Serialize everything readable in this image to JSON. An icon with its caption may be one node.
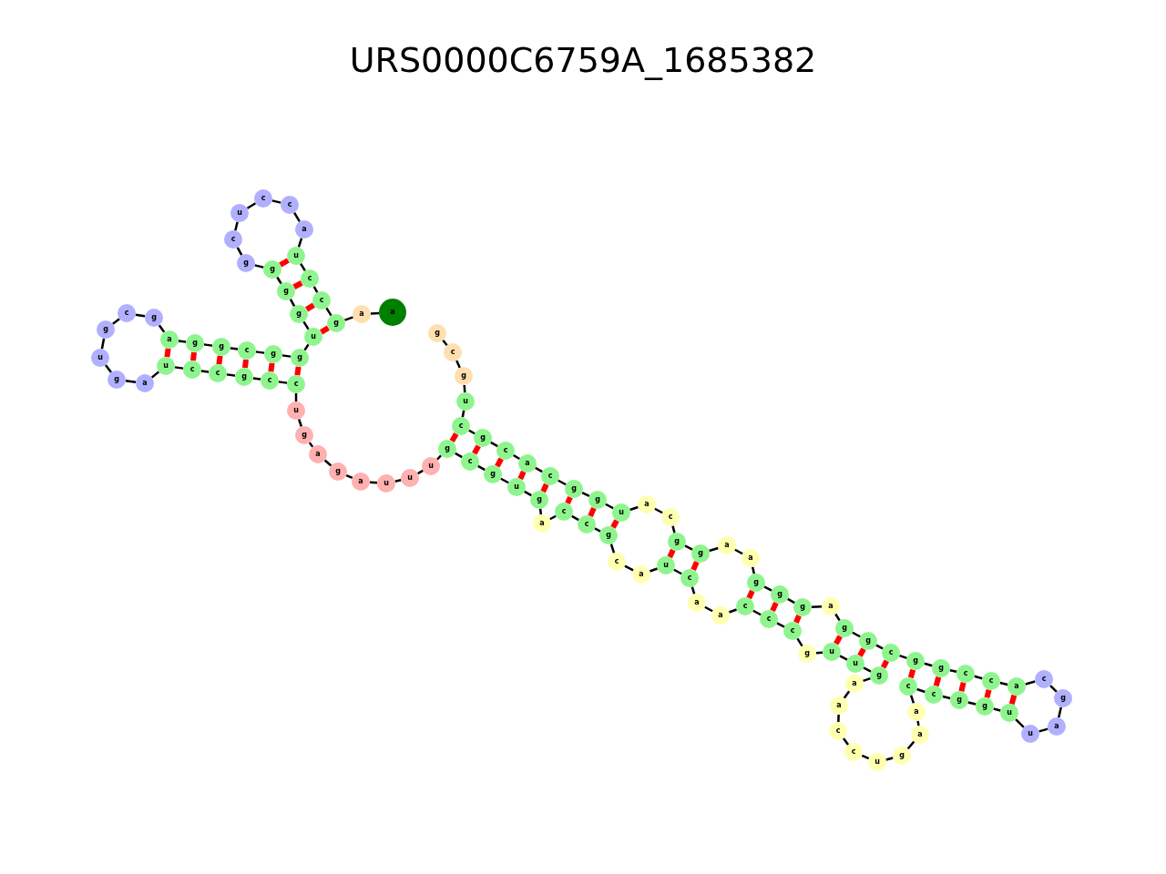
{
  "diagram": {
    "title": "URS0000C6759A_1685382",
    "nodes": [
      {
        "text": [
          "a"
        ]
      },
      {
        "text": [
          "a"
        ]
      },
      {
        "text": [
          "g"
        ]
      },
      {
        "text": [
          "c"
        ]
      },
      {
        "text": [
          "c"
        ]
      },
      {
        "text": [
          "u"
        ]
      },
      {
        "text": [
          "a"
        ]
      },
      {
        "text": [
          "c"
        ]
      },
      {
        "text": [
          "c"
        ]
      },
      {
        "text": [
          "u"
        ]
      },
      {
        "text": [
          "c"
        ]
      },
      {
        "text": [
          "g"
        ]
      },
      {
        "text": [
          "g"
        ]
      },
      {
        "text": [
          "g"
        ]
      },
      {
        "text": [
          "g"
        ]
      },
      {
        "text": [
          "u"
        ]
      },
      {
        "text": [
          "g"
        ]
      },
      {
        "text": [
          "g"
        ]
      },
      {
        "text": [
          "c"
        ]
      },
      {
        "text": [
          "g"
        ]
      },
      {
        "text": [
          "g"
        ]
      },
      {
        "text": [
          "a"
        ]
      },
      {
        "text": [
          "g"
        ]
      },
      {
        "text": [
          "c"
        ]
      },
      {
        "text": [
          "g"
        ]
      },
      {
        "text": [
          "u"
        ]
      },
      {
        "text": [
          "g"
        ]
      },
      {
        "text": [
          "a"
        ]
      },
      {
        "text": [
          "u"
        ]
      },
      {
        "text": [
          "c"
        ]
      },
      {
        "text": [
          "c"
        ]
      },
      {
        "text": [
          "g"
        ]
      },
      {
        "text": [
          "c"
        ]
      },
      {
        "text": [
          "c"
        ]
      },
      {
        "text": [
          "u"
        ]
      },
      {
        "text": [
          "g"
        ]
      },
      {
        "text": [
          "a"
        ]
      },
      {
        "text": [
          "g"
        ]
      },
      {
        "text": [
          "a"
        ]
      },
      {
        "text": [
          "u"
        ]
      },
      {
        "text": [
          "u"
        ]
      },
      {
        "text": [
          "u"
        ]
      },
      {
        "text": [
          "g"
        ]
      },
      {
        "text": [
          "c"
        ]
      },
      {
        "text": [
          "g"
        ]
      },
      {
        "text": [
          "u"
        ]
      },
      {
        "text": [
          "g"
        ]
      },
      {
        "text": [
          "a"
        ]
      },
      {
        "text": [
          "c"
        ]
      },
      {
        "text": [
          "c"
        ]
      },
      {
        "text": [
          "g"
        ]
      },
      {
        "text": [
          "c"
        ]
      },
      {
        "text": [
          "a"
        ]
      },
      {
        "text": [
          "u"
        ]
      },
      {
        "text": [
          "c"
        ]
      },
      {
        "text": [
          "a"
        ]
      },
      {
        "text": [
          "a"
        ]
      },
      {
        "text": [
          "c"
        ]
      },
      {
        "text": [
          "c"
        ]
      },
      {
        "text": [
          "c"
        ]
      },
      {
        "text": [
          "g"
        ]
      },
      {
        "text": [
          "u"
        ]
      },
      {
        "text": [
          "u"
        ]
      },
      {
        "text": [
          "g"
        ]
      },
      {
        "text": [
          "a"
        ]
      },
      {
        "text": [
          "a"
        ]
      },
      {
        "text": [
          "c"
        ]
      },
      {
        "text": [
          "c"
        ]
      },
      {
        "text": [
          "u"
        ]
      },
      {
        "text": [
          "g"
        ]
      },
      {
        "text": [
          "a"
        ]
      },
      {
        "text": [
          "a"
        ]
      },
      {
        "text": [
          "c"
        ]
      },
      {
        "text": [
          "c"
        ]
      },
      {
        "text": [
          "g"
        ]
      },
      {
        "text": [
          "g"
        ]
      },
      {
        "text": [
          "u"
        ]
      },
      {
        "text": [
          "u"
        ]
      },
      {
        "text": [
          "a"
        ]
      },
      {
        "text": [
          "g"
        ]
      },
      {
        "text": [
          "c"
        ]
      },
      {
        "text": [
          "a"
        ]
      },
      {
        "text": [
          "c"
        ]
      },
      {
        "text": [
          "c"
        ]
      },
      {
        "text": [
          "g"
        ]
      },
      {
        "text": [
          "g"
        ]
      },
      {
        "text": [
          "c"
        ]
      },
      {
        "text": [
          "g"
        ]
      },
      {
        "text": [
          "g"
        ]
      },
      {
        "text": [
          "a"
        ]
      },
      {
        "text": [
          "g"
        ]
      },
      {
        "text": [
          "g"
        ]
      },
      {
        "text": [
          "g"
        ]
      },
      {
        "text": [
          "a"
        ]
      },
      {
        "text": [
          "a"
        ]
      },
      {
        "text": [
          "g"
        ]
      },
      {
        "text": [
          "g"
        ]
      },
      {
        "text": [
          "c"
        ]
      },
      {
        "text": [
          "a"
        ]
      },
      {
        "text": [
          "u"
        ]
      },
      {
        "text": [
          "g"
        ]
      },
      {
        "text": [
          "g"
        ]
      },
      {
        "text": [
          "c"
        ]
      },
      {
        "text": [
          "a"
        ]
      },
      {
        "text": [
          "c"
        ]
      },
      {
        "text": [
          "g"
        ]
      },
      {
        "text": [
          "c"
        ]
      },
      {
        "text": [
          "u"
        ]
      },
      {
        "text": [
          "g"
        ]
      },
      {
        "text": [
          "c"
        ]
      },
      {
        "text": [
          "g"
        ]
      }
    ],
    "edges": [
      {
        "from": 0,
        "to": 1,
        "arrow": "none"
      },
      {
        "from": 1,
        "to": 2,
        "arrow": "none"
      },
      {
        "from": 2,
        "to": 3,
        "arrow": "none"
      },
      {
        "from": 3,
        "to": 4,
        "arrow": "none"
      },
      {
        "from": 4,
        "to": 5,
        "arrow": "none"
      },
      {
        "from": 5,
        "to": 6,
        "arrow": "none"
      },
      {
        "from": 6,
        "to": 7,
        "arrow": "none"
      },
      {
        "from": 7,
        "to": 8,
        "arrow": "none"
      },
      {
        "from": 8,
        "to": 9,
        "arrow": "none"
      },
      {
        "from": 9,
        "to": 10,
        "arrow": "none"
      },
      {
        "from": 10,
        "to": 11,
        "arrow": "none"
      },
      {
        "from": 11,
        "to": 12,
        "arrow": "none"
      },
      {
        "from": 12,
        "to": 13,
        "arrow": "none"
      },
      {
        "from": 13,
        "to": 14,
        "arrow": "none"
      },
      {
        "from": 14,
        "to": 15,
        "arrow": "none"
      },
      {
        "from": 15,
        "to": 16,
        "arrow": "none"
      },
      {
        "from": 16,
        "to": 17,
        "arrow": "none"
      },
      {
        "from": 17,
        "to": 18,
        "arrow": "none"
      },
      {
        "from": 18,
        "to": 19,
        "arrow": "none"
      },
      {
        "from": 19,
        "to": 20,
        "arrow": "none"
      },
      {
        "from": 20,
        "to": 21,
        "arrow": "none"
      },
      {
        "from": 21,
        "to": 22,
        "arrow": "none"
      },
      {
        "from": 22,
        "to": 23,
        "arrow": "none"
      },
      {
        "from": 23,
        "to": 24,
        "arrow": "none"
      },
      {
        "from": 24,
        "to": 25,
        "arrow": "none"
      },
      {
        "from": 25,
        "to": 26,
        "arrow": "none"
      },
      {
        "from": 26,
        "to": 27,
        "arrow": "none"
      },
      {
        "from": 27,
        "to": 28,
        "arrow": "none"
      },
      {
        "from": 28,
        "to": 29,
        "arrow": "none"
      },
      {
        "from": 29,
        "to": 30,
        "arrow": "none"
      },
      {
        "from": 30,
        "to": 31,
        "arrow": "none"
      },
      {
        "from": 31,
        "to": 32,
        "arrow": "none"
      },
      {
        "from": 32,
        "to": 33,
        "arrow": "none"
      },
      {
        "from": 33,
        "to": 34,
        "arrow": "none"
      },
      {
        "from": 34,
        "to": 35,
        "arrow": "none"
      },
      {
        "from": 35,
        "to": 36,
        "arrow": "none"
      },
      {
        "from": 36,
        "to": 37,
        "arrow": "none"
      },
      {
        "from": 37,
        "to": 38,
        "arrow": "none"
      },
      {
        "from": 38,
        "to": 39,
        "arrow": "none"
      },
      {
        "from": 39,
        "to": 40,
        "arrow": "none"
      },
      {
        "from": 40,
        "to": 41,
        "arrow": "none"
      },
      {
        "from": 41,
        "to": 42,
        "arrow": "none"
      },
      {
        "from": 42,
        "to": 43,
        "arrow": "none"
      },
      {
        "from": 43,
        "to": 44,
        "arrow": "none"
      },
      {
        "from": 44,
        "to": 45,
        "arrow": "none"
      },
      {
        "from": 45,
        "to": 46,
        "arrow": "none"
      },
      {
        "from": 46,
        "to": 47,
        "arrow": "none"
      },
      {
        "from": 47,
        "to": 48,
        "arrow": "none"
      },
      {
        "from": 48,
        "to": 49,
        "arrow": "none"
      },
      {
        "from": 49,
        "to": 50,
        "arrow": "none"
      },
      {
        "from": 50,
        "to": 51,
        "arrow": "none"
      },
      {
        "from": 51,
        "to": 52,
        "arrow": "none"
      },
      {
        "from": 52,
        "to": 53,
        "arrow": "none"
      },
      {
        "from": 53,
        "to": 54,
        "arrow": "none"
      },
      {
        "from": 54,
        "to": 55,
        "arrow": "none"
      },
      {
        "from": 55,
        "to": 56,
        "arrow": "none"
      },
      {
        "from": 56,
        "to": 57,
        "arrow": "none"
      },
      {
        "from": 57,
        "to": 58,
        "arrow": "none"
      },
      {
        "from": 58,
        "to": 59,
        "arrow": "none"
      },
      {
        "from": 59,
        "to": 60,
        "arrow": "none"
      },
      {
        "from": 60,
        "to": 61,
        "arrow": "none"
      },
      {
        "from": 61,
        "to": 62,
        "arrow": "none"
      },
      {
        "from": 62,
        "to": 63,
        "arrow": "none"
      },
      {
        "from": 63,
        "to": 64,
        "arrow": "none"
      },
      {
        "from": 64,
        "to": 65,
        "arrow": "none"
      },
      {
        "from": 65,
        "to": 66,
        "arrow": "none"
      },
      {
        "from": 66,
        "to": 67,
        "arrow": "none"
      },
      {
        "from": 67,
        "to": 68,
        "arrow": "none"
      },
      {
        "from": 68,
        "to": 69,
        "arrow": "none"
      },
      {
        "from": 69,
        "to": 70,
        "arrow": "none"
      },
      {
        "from": 70,
        "to": 71,
        "arrow": "none"
      },
      {
        "from": 71,
        "to": 72,
        "arrow": "none"
      },
      {
        "from": 72,
        "to": 73,
        "arrow": "none"
      },
      {
        "from": 73,
        "to": 74,
        "arrow": "none"
      },
      {
        "from": 74,
        "to": 75,
        "arrow": "none"
      },
      {
        "from": 75,
        "to": 76,
        "arrow": "none"
      },
      {
        "from": 76,
        "to": 77,
        "arrow": "none"
      },
      {
        "from": 77,
        "to": 78,
        "arrow": "none"
      },
      {
        "from": 78,
        "to": 79,
        "arrow": "none"
      },
      {
        "from": 79,
        "to": 80,
        "arrow": "none"
      },
      {
        "from": 80,
        "to": 81,
        "arrow": "none"
      },
      {
        "from": 81,
        "to": 82,
        "arrow": "none"
      },
      {
        "from": 82,
        "to": 83,
        "arrow": "none"
      },
      {
        "from": 83,
        "to": 84,
        "arrow": "none"
      },
      {
        "from": 84,
        "to": 85,
        "arrow": "none"
      },
      {
        "from": 85,
        "to": 86,
        "arrow": "none"
      },
      {
        "from": 86,
        "to": 87,
        "arrow": "none"
      },
      {
        "from": 87,
        "to": 88,
        "arrow": "none"
      },
      {
        "from": 88,
        "to": 89,
        "arrow": "none"
      },
      {
        "from": 89,
        "to": 90,
        "arrow": "none"
      },
      {
        "from": 90,
        "to": 91,
        "arrow": "none"
      },
      {
        "from": 91,
        "to": 92,
        "arrow": "none"
      },
      {
        "from": 92,
        "to": 93,
        "arrow": "none"
      },
      {
        "from": 93,
        "to": 94,
        "arrow": "none"
      },
      {
        "from": 94,
        "to": 95,
        "arrow": "none"
      },
      {
        "from": 95,
        "to": 96,
        "arrow": "none"
      },
      {
        "from": 96,
        "to": 97,
        "arrow": "none"
      },
      {
        "from": 97,
        "to": 98,
        "arrow": "none"
      },
      {
        "from": 98,
        "to": 99,
        "arrow": "none"
      },
      {
        "from": 99,
        "to": 100,
        "arrow": "none"
      },
      {
        "from": 100,
        "to": 101,
        "arrow": "none"
      },
      {
        "from": 101,
        "to": 102,
        "arrow": "none"
      },
      {
        "from": 102,
        "to": 103,
        "arrow": "none"
      },
      {
        "from": 103,
        "to": 104,
        "arrow": "none"
      },
      {
        "from": 104,
        "to": 105,
        "arrow": "none"
      },
      {
        "from": 105,
        "to": 106,
        "arrow": "none"
      },
      {
        "from": 106,
        "to": 107,
        "arrow": "none"
      },
      {
        "from": 107,
        "to": 108,
        "arrow": "none"
      },
      {
        "from": 108,
        "to": 109,
        "arrow": "none"
      },
      {
        "from": 109,
        "to": 110,
        "arrow": "none"
      },
      {
        "from": 5,
        "to": 12,
        "arrow": "none",
        "style": "thick",
        "color": "#ff0000"
      },
      {
        "from": 4,
        "to": 13,
        "arrow": "none",
        "style": "thick",
        "color": "#ff0000"
      },
      {
        "from": 3,
        "to": 14,
        "arrow": "none",
        "style": "thick",
        "color": "#ff0000"
      },
      {
        "from": 2,
        "to": 15,
        "arrow": "none",
        "style": "thick",
        "color": "#ff0000"
      },
      {
        "from": 16,
        "to": 33,
        "arrow": "none",
        "style": "thick",
        "color": "#ff0000"
      },
      {
        "from": 17,
        "to": 32,
        "arrow": "none",
        "style": "thick",
        "color": "#ff0000"
      },
      {
        "from": 18,
        "to": 31,
        "arrow": "none",
        "style": "thick",
        "color": "#ff0000"
      },
      {
        "from": 19,
        "to": 30,
        "arrow": "none",
        "style": "thick",
        "color": "#ff0000"
      },
      {
        "from": 20,
        "to": 29,
        "arrow": "none",
        "style": "thick",
        "color": "#ff0000"
      },
      {
        "from": 21,
        "to": 28,
        "arrow": "none",
        "style": "thick",
        "color": "#ff0000"
      },
      {
        "from": 42,
        "to": 106,
        "arrow": "none",
        "style": "thick",
        "color": "#ff0000"
      },
      {
        "from": 43,
        "to": 105,
        "arrow": "none",
        "style": "thick",
        "color": "#ff0000"
      },
      {
        "from": 44,
        "to": 104,
        "arrow": "none",
        "style": "thick",
        "color": "#ff0000"
      },
      {
        "from": 45,
        "to": 103,
        "arrow": "none",
        "style": "thick",
        "color": "#ff0000"
      },
      {
        "from": 46,
        "to": 102,
        "arrow": "none",
        "style": "thick",
        "color": "#ff0000"
      },
      {
        "from": 48,
        "to": 101,
        "arrow": "none",
        "style": "thick",
        "color": "#ff0000"
      },
      {
        "from": 49,
        "to": 100,
        "arrow": "none",
        "style": "thick",
        "color": "#ff0000"
      },
      {
        "from": 50,
        "to": 99,
        "arrow": "none",
        "style": "thick",
        "color": "#ff0000"
      },
      {
        "from": 53,
        "to": 96,
        "arrow": "none",
        "style": "thick",
        "color": "#ff0000"
      },
      {
        "from": 54,
        "to": 95,
        "arrow": "none",
        "style": "thick",
        "color": "#ff0000"
      },
      {
        "from": 57,
        "to": 92,
        "arrow": "none",
        "style": "thick",
        "color": "#ff0000"
      },
      {
        "from": 58,
        "to": 91,
        "arrow": "none",
        "style": "thick",
        "color": "#ff0000"
      },
      {
        "from": 59,
        "to": 90,
        "arrow": "none",
        "style": "thick",
        "color": "#ff0000"
      },
      {
        "from": 61,
        "to": 88,
        "arrow": "none",
        "style": "thick",
        "color": "#ff0000"
      },
      {
        "from": 62,
        "to": 87,
        "arrow": "none",
        "style": "thick",
        "color": "#ff0000"
      },
      {
        "from": 63,
        "to": 86,
        "arrow": "none",
        "style": "thick",
        "color": "#ff0000"
      },
      {
        "from": 72,
        "to": 85,
        "arrow": "none",
        "style": "thick",
        "color": "#ff0000"
      },
      {
        "from": 73,
        "to": 84,
        "arrow": "none",
        "style": "thick",
        "color": "#ff0000"
      },
      {
        "from": 74,
        "to": 83,
        "arrow": "none",
        "style": "thick",
        "color": "#ff0000"
      },
      {
        "from": 75,
        "to": 82,
        "arrow": "none",
        "style": "thick",
        "color": "#ff0000"
      },
      {
        "from": 76,
        "to": 81,
        "arrow": "none",
        "style": "thick",
        "color": "#ff0000"
      }
    ]
  }
}
